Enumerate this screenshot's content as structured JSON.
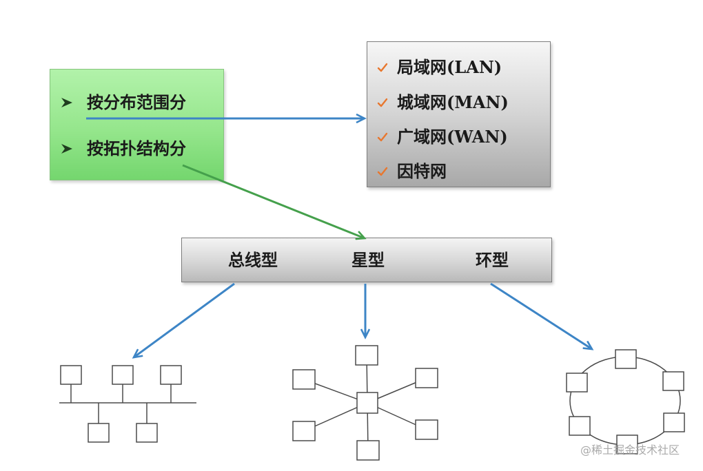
{
  "classification": {
    "items": [
      {
        "icon": "arrow-bullet-icon",
        "label": "按分布范围分"
      },
      {
        "icon": "arrow-bullet-icon",
        "label": "按拓扑结构分"
      }
    ]
  },
  "scope": {
    "items": [
      {
        "icon": "check-icon",
        "label": "局域网(LAN)"
      },
      {
        "icon": "check-icon",
        "label": "城域网(MAN)"
      },
      {
        "icon": "check-icon",
        "label": "广域网(WAN)"
      },
      {
        "icon": "check-icon",
        "label": "因特网"
      }
    ]
  },
  "topology": {
    "items": [
      {
        "label": "总线型",
        "diagram": "bus-topology"
      },
      {
        "label": "星型",
        "diagram": "star-topology"
      },
      {
        "label": "环型",
        "diagram": "ring-topology"
      }
    ]
  },
  "watermark": "@稀土掘金技术社区",
  "colors": {
    "green_box": "#95e68c",
    "grey_box": "#d4d4d4",
    "arrow_blue": "#3d85c6",
    "arrow_green": "#45a04c",
    "check": "#e8772e"
  }
}
